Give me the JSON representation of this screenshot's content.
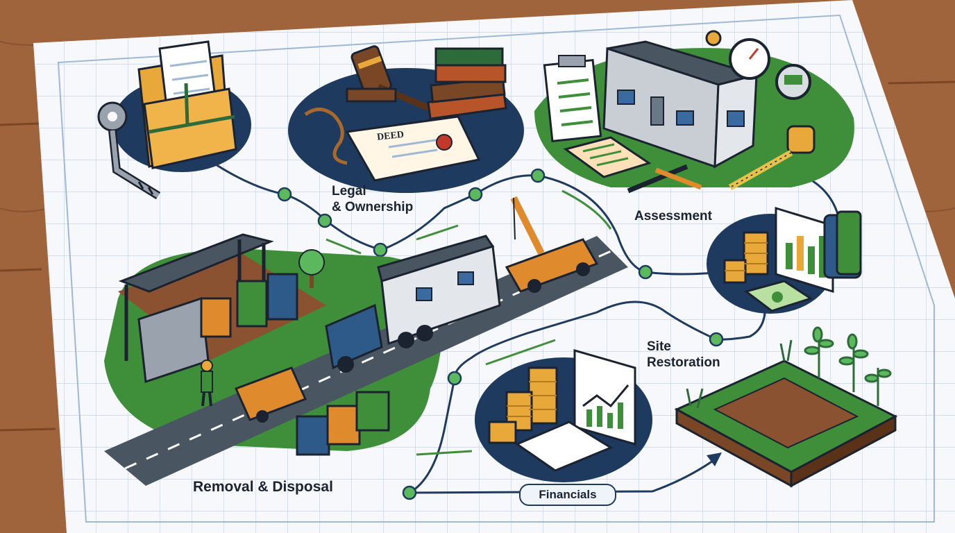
{
  "labels": {
    "legal_line1": "Legal",
    "legal_line2": "& Ownership",
    "assessment": "Assessment",
    "site_line1": "Site",
    "site_line2": "Restoration",
    "removal": "Removal & Disposal",
    "financials": "Financials"
  },
  "deed_text": "DEED",
  "colors": {
    "navy": "#1e3a5f",
    "green": "#3f8f3a",
    "node_green": "#5cb85c",
    "wood": "#a0643c",
    "paper": "#f6f8fb",
    "orange": "#e08a2e",
    "gold": "#e8a93a"
  },
  "icons": [
    "key-icon",
    "folder-icon",
    "gavel-icon",
    "books-icon",
    "deed-icon",
    "mobile-home-icon",
    "clipboard-icon",
    "gauge-icon",
    "tape-measure-icon",
    "coins-icon",
    "chart-icon",
    "money-icon",
    "truck-icon",
    "crane-icon",
    "recycle-bin-icon",
    "shelter-icon",
    "soil-patch-icon",
    "plant-icon",
    "tree-icon",
    "worker-icon"
  ]
}
